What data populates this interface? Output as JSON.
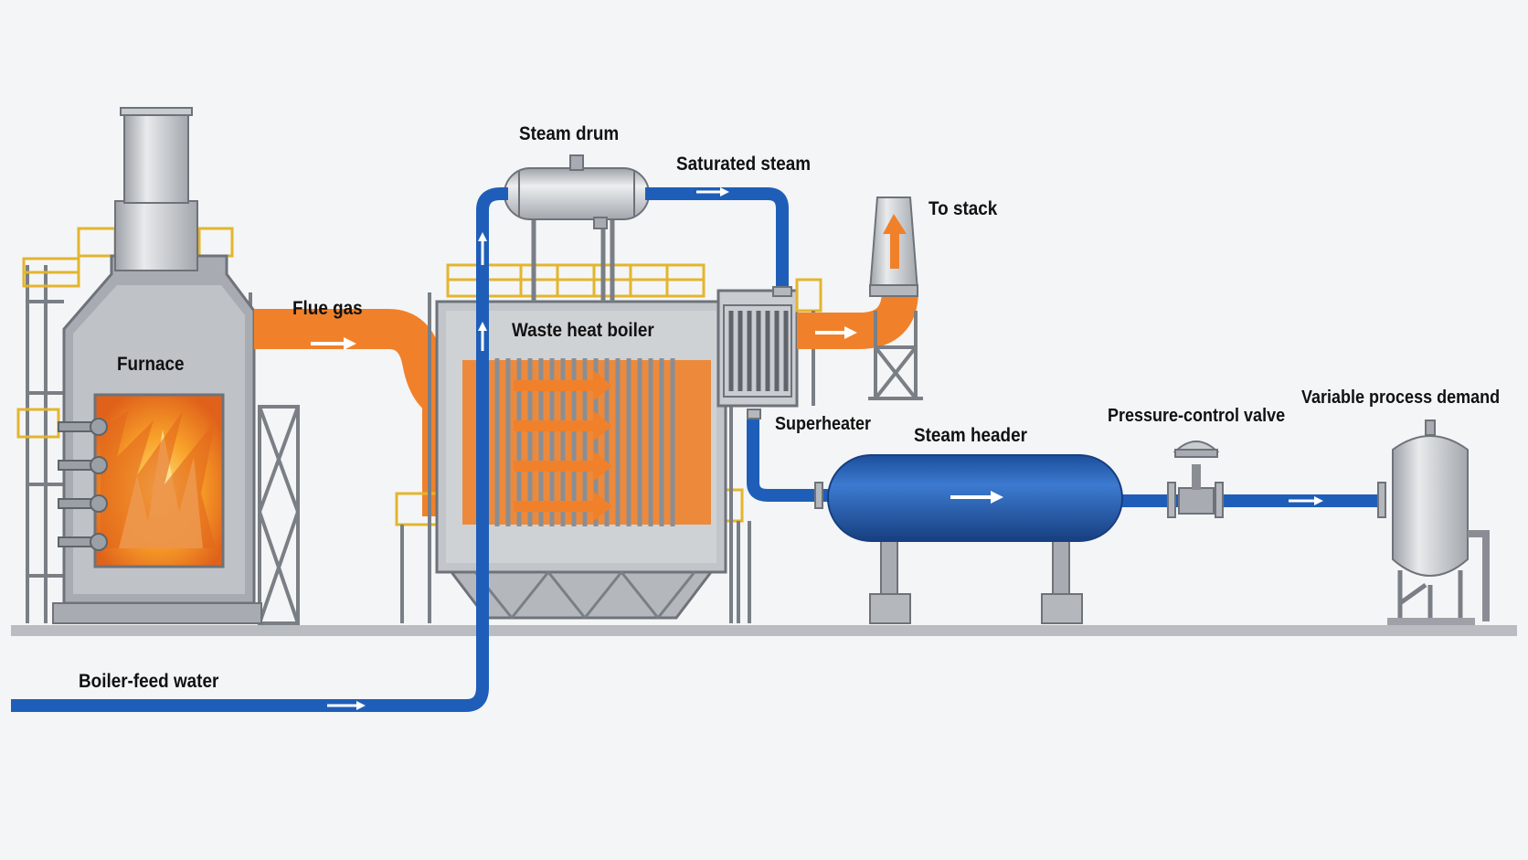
{
  "labels": {
    "furnace": "Furnace",
    "flue_gas": "Flue gas",
    "steam_drum": "Steam drum",
    "saturated_steam": "Saturated steam",
    "waste_heat_boiler": "Waste heat boiler",
    "to_stack": "To stack",
    "superheater": "Superheater",
    "steam_header": "Steam header",
    "pressure_control_valve": "Pressure-control valve",
    "variable_process_demand": "Variable process demand",
    "boiler_feed_water": "Boiler-feed water"
  },
  "colors": {
    "water_steam_pipe": "#1f5eb8",
    "flue_gas_duct": "#f0812a",
    "vessel_steel": "#c9ccd0",
    "structure": "#7a7f86",
    "railing": "#e3b52f",
    "steam_header_tank": "#2563b0",
    "flame": "#f58a1c"
  }
}
